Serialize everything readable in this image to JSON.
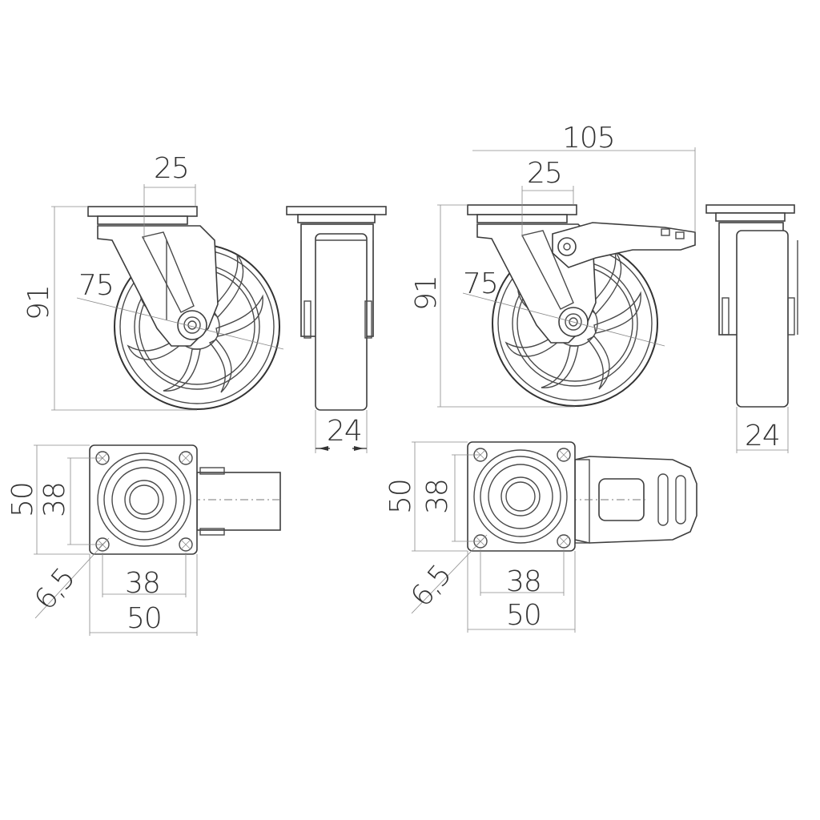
{
  "drawing": {
    "views": [
      {
        "name": "swivel-caster",
        "dimensions": {
          "mount_offset": "25",
          "height": "91",
          "wheel_diameter": "75",
          "wheel_width": "24"
        }
      },
      {
        "name": "swivel-caster-with-brake",
        "dimensions": {
          "overall_length": "105",
          "mount_offset": "25",
          "height": "91",
          "wheel_diameter": "75",
          "wheel_width": "24"
        }
      }
    ],
    "plates": [
      {
        "name": "top-plate",
        "dimensions": {
          "plate_height": "50",
          "hole_spacing_vertical": "38",
          "hole_diameter": "6,5",
          "hole_spacing_horizontal": "38",
          "plate_width": "50"
        }
      },
      {
        "name": "top-plate-brake",
        "dimensions": {
          "plate_height": "50",
          "hole_spacing_vertical": "38",
          "hole_diameter": "6,5",
          "hole_spacing_horizontal": "38",
          "plate_width": "50"
        }
      }
    ]
  }
}
